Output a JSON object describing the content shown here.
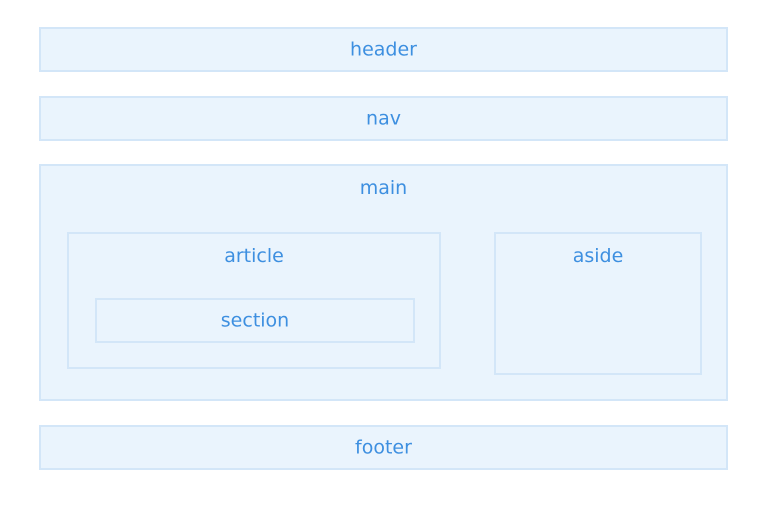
{
  "colors": {
    "fill": "#eaf4fd",
    "border": "#d3e6f8",
    "text": "#3d8fe0"
  },
  "boxes": {
    "header": "header",
    "nav": "nav",
    "main": "main",
    "article": "article",
    "section": "section",
    "aside": "aside",
    "footer": "footer"
  }
}
